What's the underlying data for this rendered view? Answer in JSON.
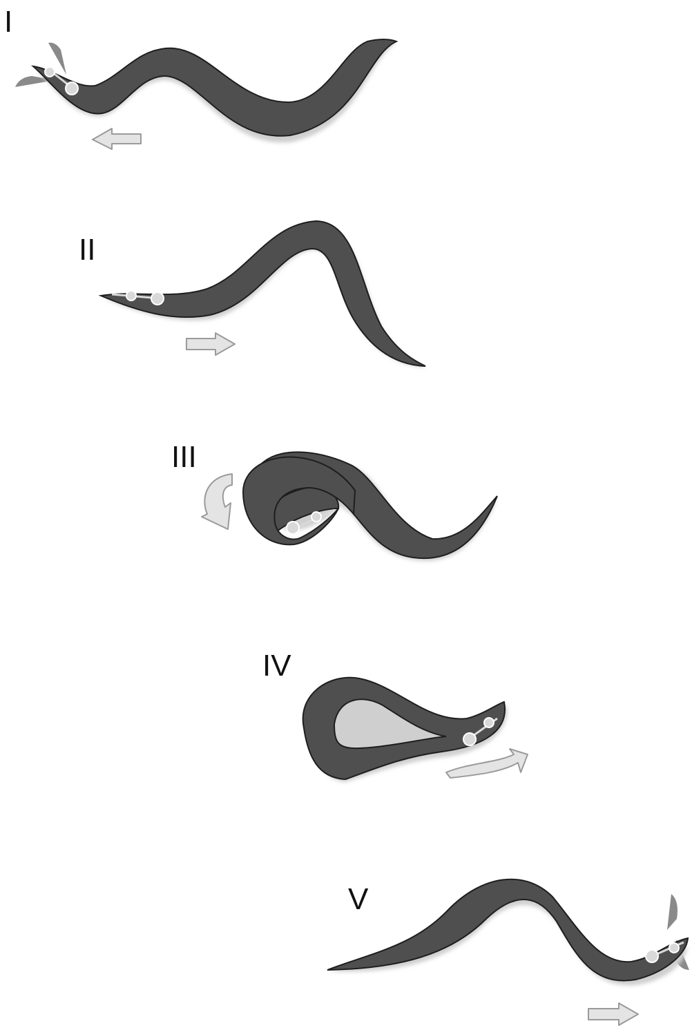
{
  "stages": [
    {
      "label": "I",
      "motion": "backward"
    },
    {
      "label": "II",
      "motion": "forward"
    },
    {
      "label": "III",
      "motion": "head-swing"
    },
    {
      "label": "IV",
      "motion": "omega-turn"
    },
    {
      "label": "V",
      "motion": "forward"
    }
  ],
  "colors": {
    "body": "#4f4f4f",
    "body_outline": "#1e1e1e",
    "shadow": "#cfcfcf",
    "neuron": "#d9d9d9",
    "arrow_fill": "#e4e4e4",
    "arrow_stroke": "#9a9a9a",
    "fan": "#8a8a8a"
  }
}
